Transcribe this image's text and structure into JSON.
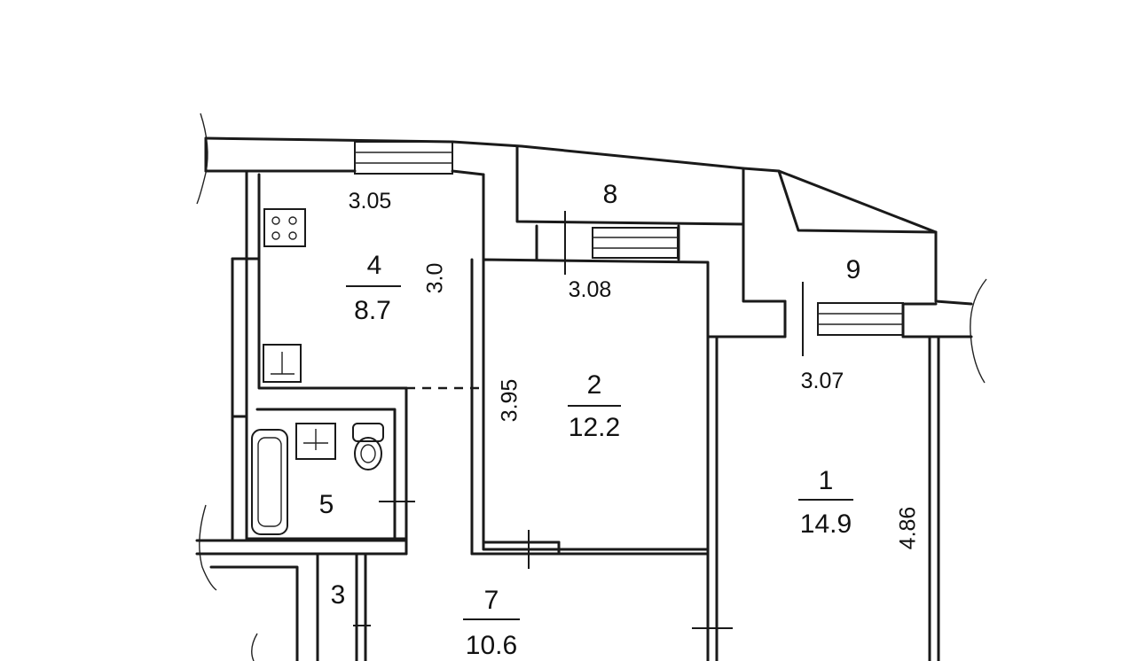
{
  "rooms": [
    {
      "number": "1",
      "area": "14.9"
    },
    {
      "number": "2",
      "area": "12.2"
    },
    {
      "number": "3",
      "area": ""
    },
    {
      "number": "4",
      "area": "8.7"
    },
    {
      "number": "5",
      "area": ""
    },
    {
      "number": "7",
      "area": "10.6"
    },
    {
      "number": "8",
      "area": ""
    },
    {
      "number": "9",
      "area": ""
    }
  ],
  "dimensions": {
    "kitchen_width": "3.05",
    "kitchen_depth": "3.0",
    "room2_width": "3.08",
    "room2_depth": "3.95",
    "room1_width": "3.07",
    "room1_depth": "4.86"
  },
  "icons": [
    "stove-icon",
    "sink-icon",
    "bathtub-icon",
    "washbasin-icon",
    "toilet-icon"
  ]
}
